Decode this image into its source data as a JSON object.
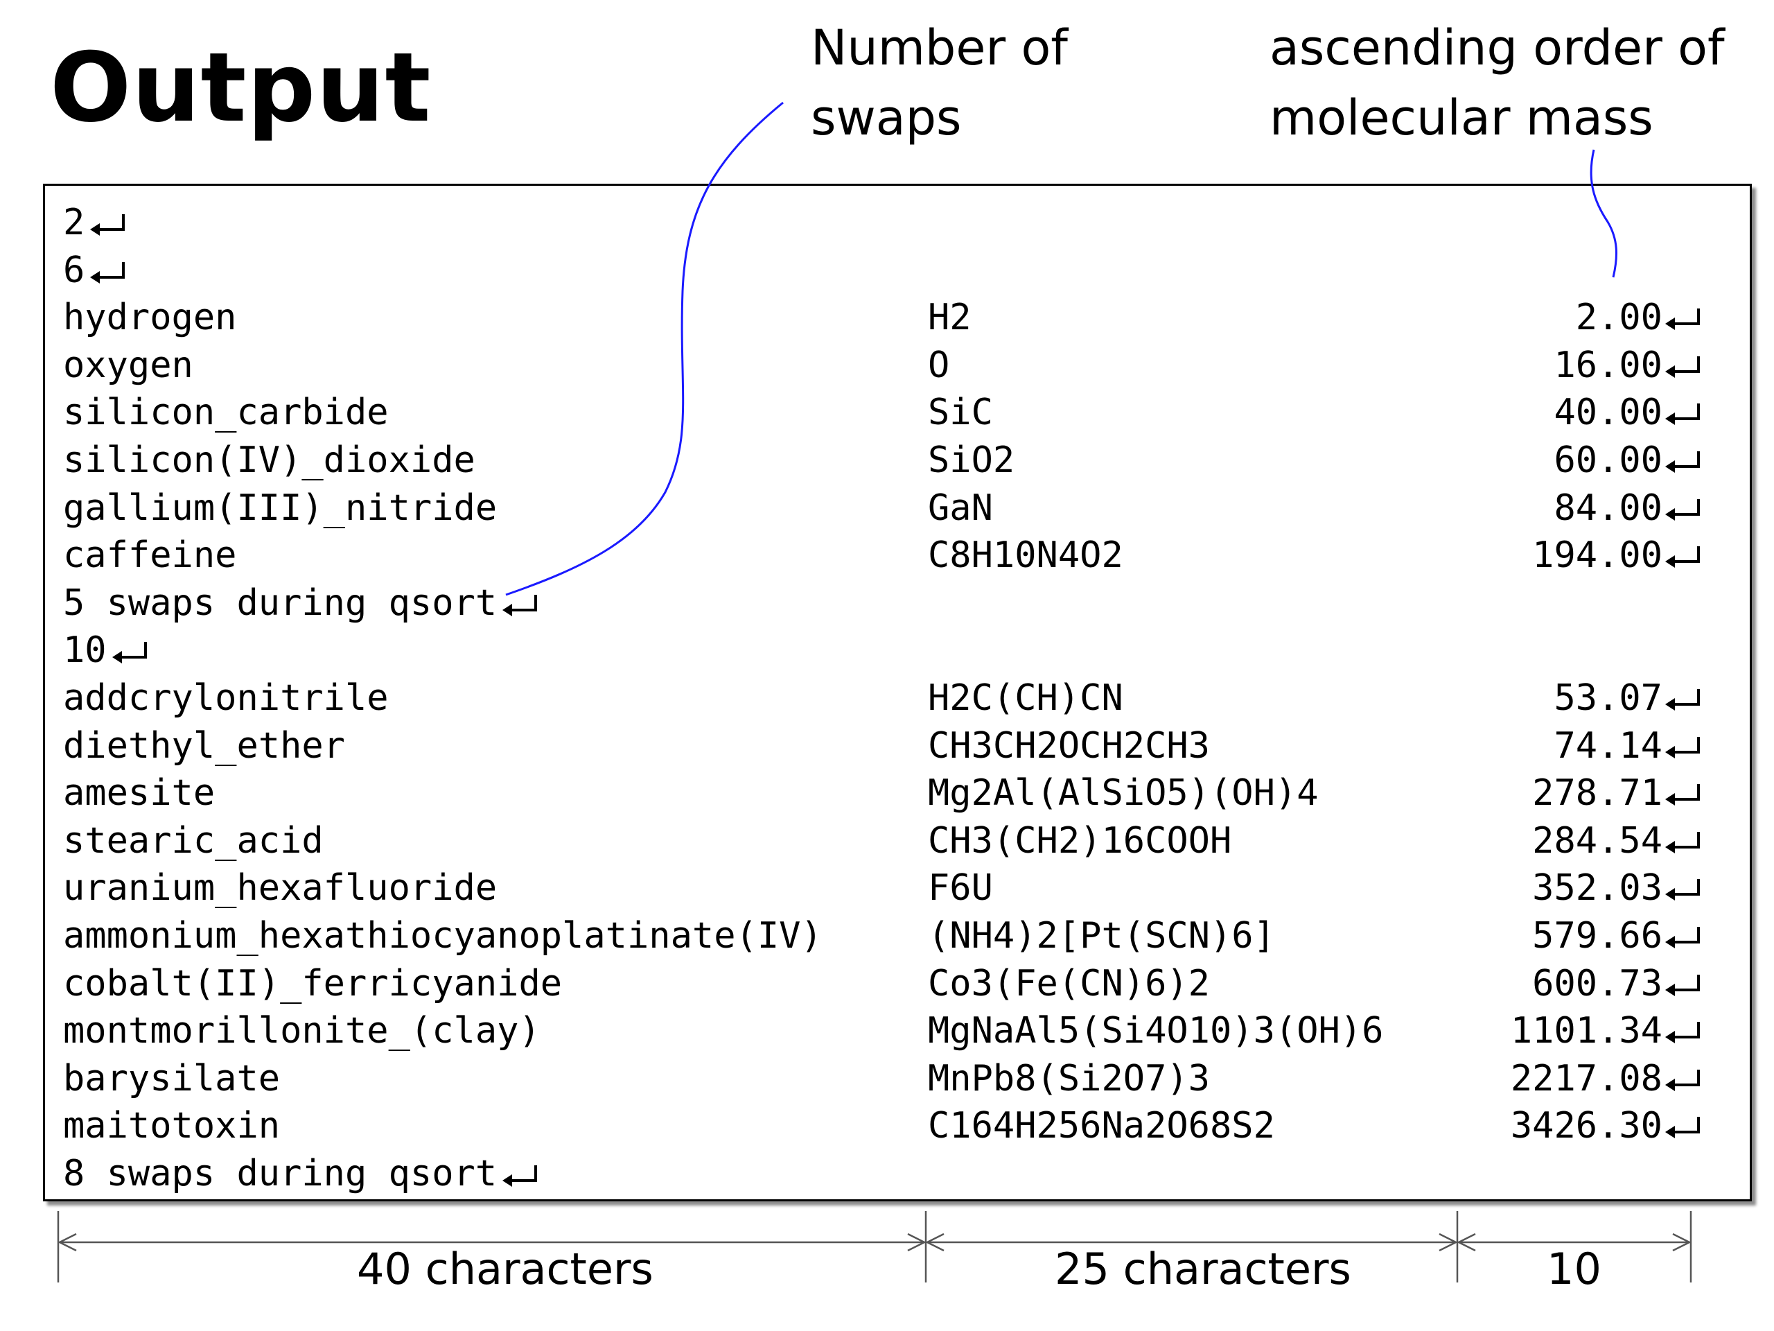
{
  "title": "Output",
  "callouts": {
    "swaps": [
      "Number of",
      "swaps"
    ],
    "order": [
      "ascending order of",
      "molecular mass"
    ]
  },
  "output_lines": [
    {
      "name": "2",
      "formula": "",
      "mass": "",
      "ret": true
    },
    {
      "name": "6",
      "formula": "",
      "mass": "",
      "ret": true
    },
    {
      "name": "hydrogen",
      "formula": "H2",
      "mass": "2.00",
      "ret": true
    },
    {
      "name": "oxygen",
      "formula": "O",
      "mass": "16.00",
      "ret": true
    },
    {
      "name": "silicon_carbide",
      "formula": "SiC",
      "mass": "40.00",
      "ret": true
    },
    {
      "name": "silicon(IV)_dioxide",
      "formula": "SiO2",
      "mass": "60.00",
      "ret": true
    },
    {
      "name": "gallium(III)_nitride",
      "formula": "GaN",
      "mass": "84.00",
      "ret": true
    },
    {
      "name": "caffeine",
      "formula": "C8H10N4O2",
      "mass": "194.00",
      "ret": true
    },
    {
      "name": "5 swaps during qsort",
      "formula": "",
      "mass": "",
      "ret": true
    },
    {
      "name": "10",
      "formula": "",
      "mass": "",
      "ret": true
    },
    {
      "name": "addcrylonitrile",
      "formula": "H2C(CH)CN",
      "mass": "53.07",
      "ret": true
    },
    {
      "name": "diethyl_ether",
      "formula": "CH3CH2OCH2CH3",
      "mass": "74.14",
      "ret": true
    },
    {
      "name": "amesite",
      "formula": "Mg2Al(AlSiO5)(OH)4",
      "mass": "278.71",
      "ret": true
    },
    {
      "name": "stearic_acid",
      "formula": "CH3(CH2)16COOH",
      "mass": "284.54",
      "ret": true
    },
    {
      "name": "uranium_hexafluoride",
      "formula": "F6U",
      "mass": "352.03",
      "ret": true
    },
    {
      "name": "ammonium_hexathiocyanoplatinate(IV)",
      "formula": "(NH4)2[Pt(SCN)6]",
      "mass": "579.66",
      "ret": true
    },
    {
      "name": "cobalt(II)_ferricyanide",
      "formula": "Co3(Fe(CN)6)2",
      "mass": "600.73",
      "ret": true
    },
    {
      "name": "montmorillonite_(clay)",
      "formula": "MgNaAl5(Si4O10)3(OH)6",
      "mass": "1101.34",
      "ret": true
    },
    {
      "name": "barysilate",
      "formula": "MnPb8(Si2O7)3",
      "mass": "2217.08",
      "ret": true
    },
    {
      "name": "maitotoxin",
      "formula": "C164H256Na2O68S2",
      "mass": "3426.30",
      "ret": true
    },
    {
      "name": "8 swaps during qsort",
      "formula": "",
      "mass": "",
      "ret": true
    }
  ],
  "measurements": [
    "40 characters",
    "25 characters",
    "10"
  ],
  "colors": {
    "annotation_line": "#1a1aff",
    "text": "#000000",
    "border": "#000000"
  },
  "icons": {
    "return": "carriage-return-icon",
    "arrow": "double-arrow-icon"
  }
}
